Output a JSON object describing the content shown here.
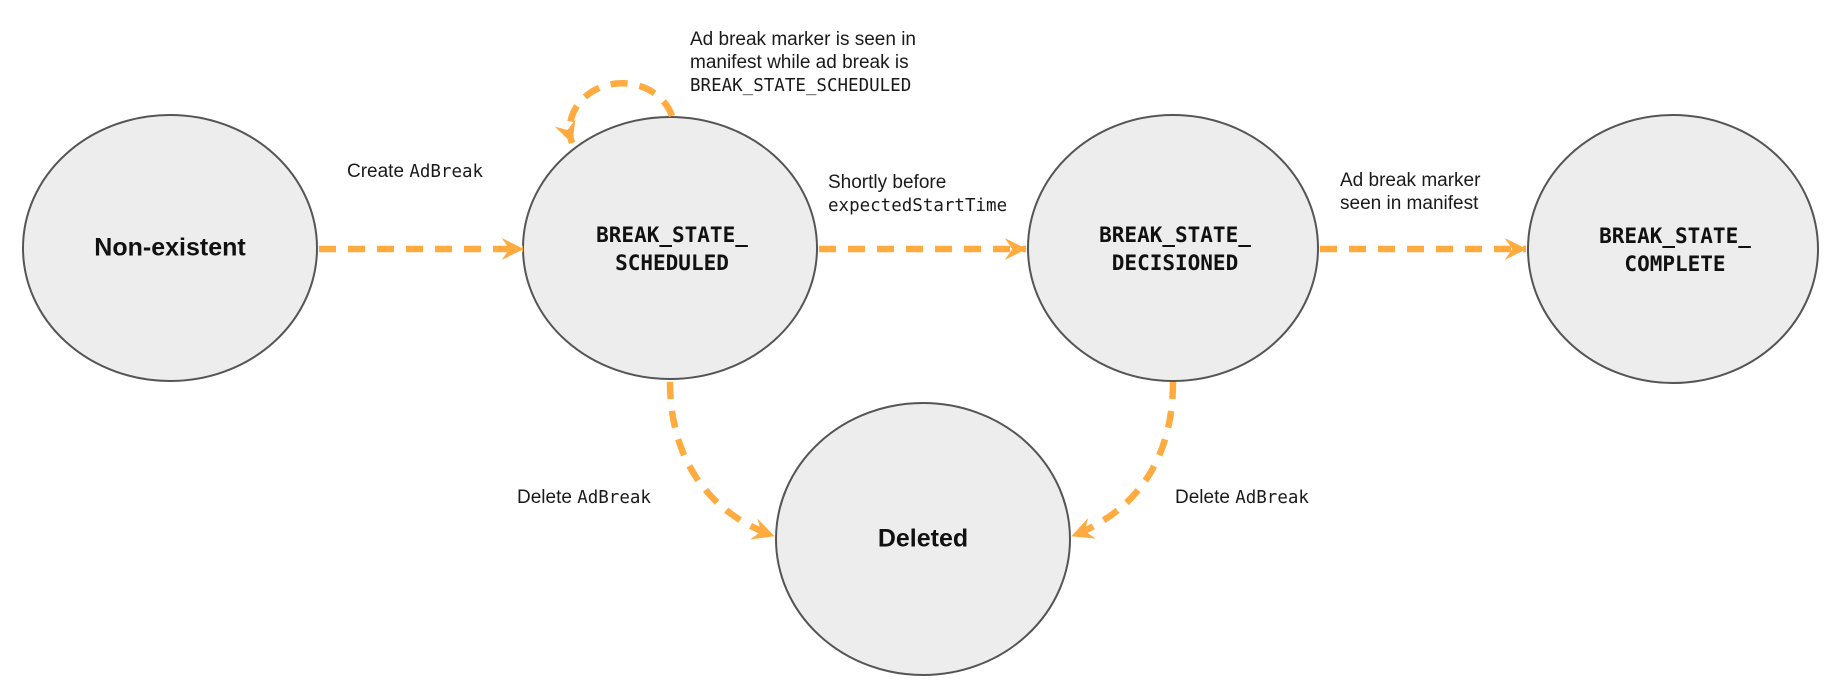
{
  "colors": {
    "arrow": "#FFAB40",
    "node_fill": "#EDEDED",
    "node_border": "#555555",
    "text": "#1A1A1A"
  },
  "nodes": {
    "non_existent": {
      "label": "Non-existent"
    },
    "scheduled": {
      "line1": "BREAK_STATE_",
      "line2": "SCHEDULED"
    },
    "decisioned": {
      "line1": "BREAK_STATE_",
      "line2": "DECISIONED"
    },
    "complete": {
      "line1": "BREAK_STATE_",
      "line2": "COMPLETE"
    },
    "deleted": {
      "label": "Deleted"
    }
  },
  "edges": {
    "create": {
      "prefix": "Create ",
      "code": "AdBreak"
    },
    "self_loop": {
      "line1": "Ad break marker is seen in",
      "line2": "manifest while ad break is",
      "code": "BREAK_STATE_SCHEDULED"
    },
    "to_decisioned": {
      "line1": "Shortly before",
      "code": "expectedStartTime"
    },
    "to_complete": {
      "line1": "Ad break marker",
      "line2": "seen in manifest"
    },
    "delete_left": {
      "prefix": "Delete ",
      "code": "AdBreak"
    },
    "delete_right": {
      "prefix": "Delete ",
      "code": "AdBreak"
    }
  }
}
